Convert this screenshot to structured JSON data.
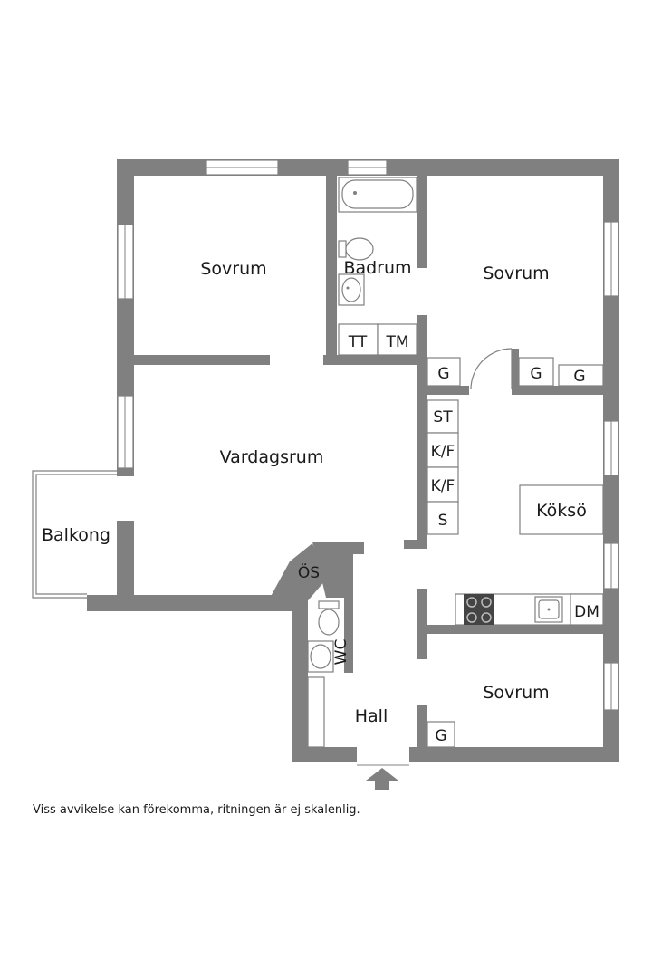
{
  "rooms": {
    "sovrum_1": "Sovrum",
    "badrum": "Badrum",
    "sovrum_2": "Sovrum",
    "vardagsrum": "Vardagsrum",
    "balkong": "Balkong",
    "koksö": "Köksö",
    "sovrum_3": "Sovrum",
    "hall": "Hall",
    "wc": "WC"
  },
  "labels": {
    "tt": "TT",
    "tm": "TM",
    "g_hall_closet": "G",
    "g_bed2_a": "G",
    "g_bed2_b": "G",
    "st": "ST",
    "kf_1": "K/F",
    "kf_2": "K/F",
    "s": "S",
    "os": "ÖS",
    "dm": "DM",
    "g_bed3": "G"
  },
  "disclaimer": "Viss avvikelse kan förekomma, ritningen är ej skalenlig.",
  "colors": {
    "wall": "#808080",
    "background": "#ffffff",
    "text": "#1a1a1a"
  }
}
